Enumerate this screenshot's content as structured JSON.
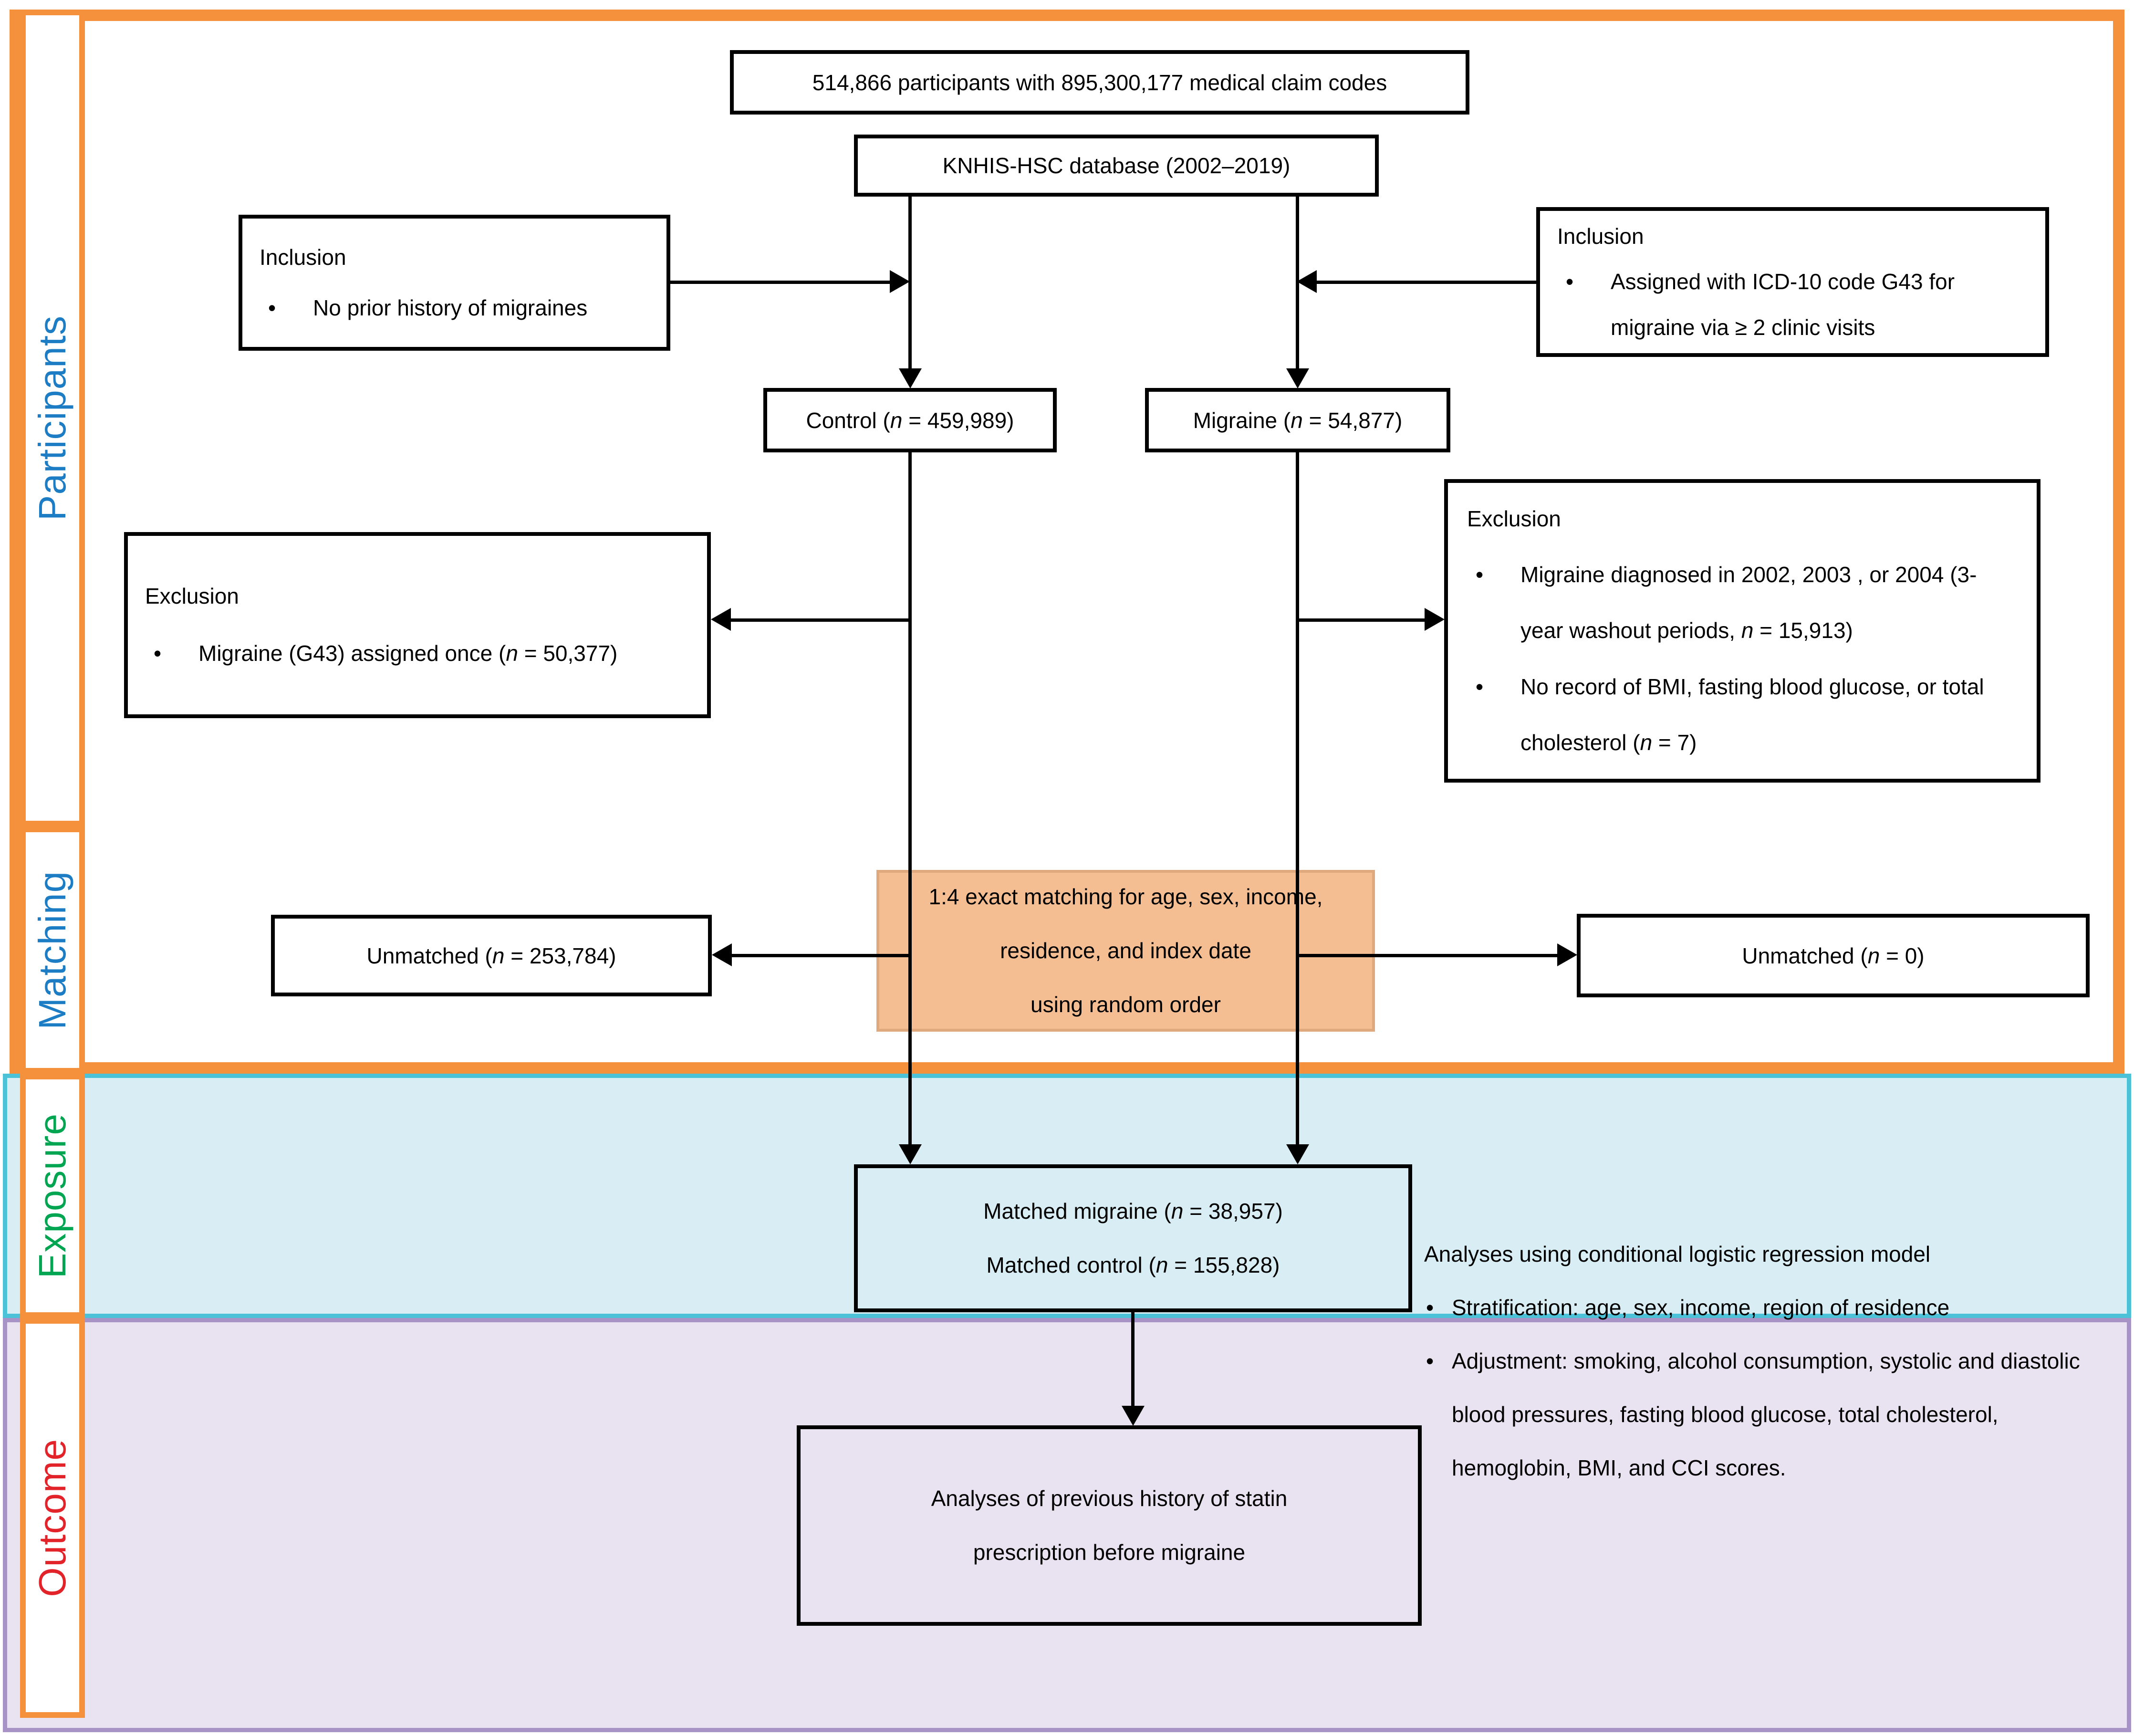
{
  "sidebar": {
    "participants": {
      "label": "Participants",
      "color": "#1c7cc4"
    },
    "matching": {
      "label": "Matching",
      "color": "#1c7cc4"
    },
    "exposure": {
      "label": "Exposure",
      "color": "#00a551"
    },
    "outcome": {
      "label": "Outcome",
      "color": "#e2232a"
    }
  },
  "boxes": {
    "source": {
      "text": "514,866 participants with 895,300,177 medical claim codes"
    },
    "database": {
      "text": "KNHIS-HSC database (2002–2019)"
    },
    "inclusion_control": {
      "title": "Inclusion",
      "items": [
        "No prior history of migraines"
      ]
    },
    "inclusion_migraine": {
      "title": "Inclusion",
      "items": [
        "Assigned with ICD-10 code G43 for migraine via ≥ 2 clinic visits"
      ]
    },
    "control": {
      "text": "Control (n = 459,989)"
    },
    "migraine": {
      "text": "Migraine (n = 54,877)"
    },
    "exclusion_control": {
      "title": "Exclusion",
      "items": [
        "Migraine (G43) assigned once (n = 50,377)"
      ]
    },
    "exclusion_migraine": {
      "title": "Exclusion",
      "items": [
        "Migraine diagnosed in 2002, 2003 , or 2004 (3-year washout periods, n = 15,913)",
        "No record of BMI, fasting blood glucose, or total cholesterol (n = 7)"
      ]
    },
    "matching": {
      "lines": [
        "1:4 exact matching for age, sex, income,",
        "residence, and index date",
        "using random order"
      ],
      "fill": "#f4be92"
    },
    "unmatched_control": {
      "text": "Unmatched (n = 253,784)"
    },
    "unmatched_migraine": {
      "text": "Unmatched (n = 0)"
    },
    "matched": {
      "lines": [
        "Matched migraine (n = 38,957)",
        "Matched control (n = 155,828)"
      ]
    },
    "outcome_analysis": {
      "lines": [
        "Analyses of previous history of statin",
        "prescription before migraine"
      ]
    }
  },
  "notes": {
    "heading": "Analyses using conditional logistic regression model",
    "bullets": [
      "Stratification: age, sex, income, region of residence",
      "Adjustment:  smoking, alcohol consumption, systolic and diastolic blood pressures, fasting blood glucose, total cholesterol, hemoglobin, BMI, and CCI scores."
    ]
  },
  "colors": {
    "frame_orange": "#f5913d",
    "matching_fill": "#f4be92",
    "exposure_band_fill": "#d9eef4",
    "exposure_band_border": "#4bc2d7",
    "outcome_band_fill": "#e9e2f1",
    "outcome_band_border": "#a793c5"
  }
}
